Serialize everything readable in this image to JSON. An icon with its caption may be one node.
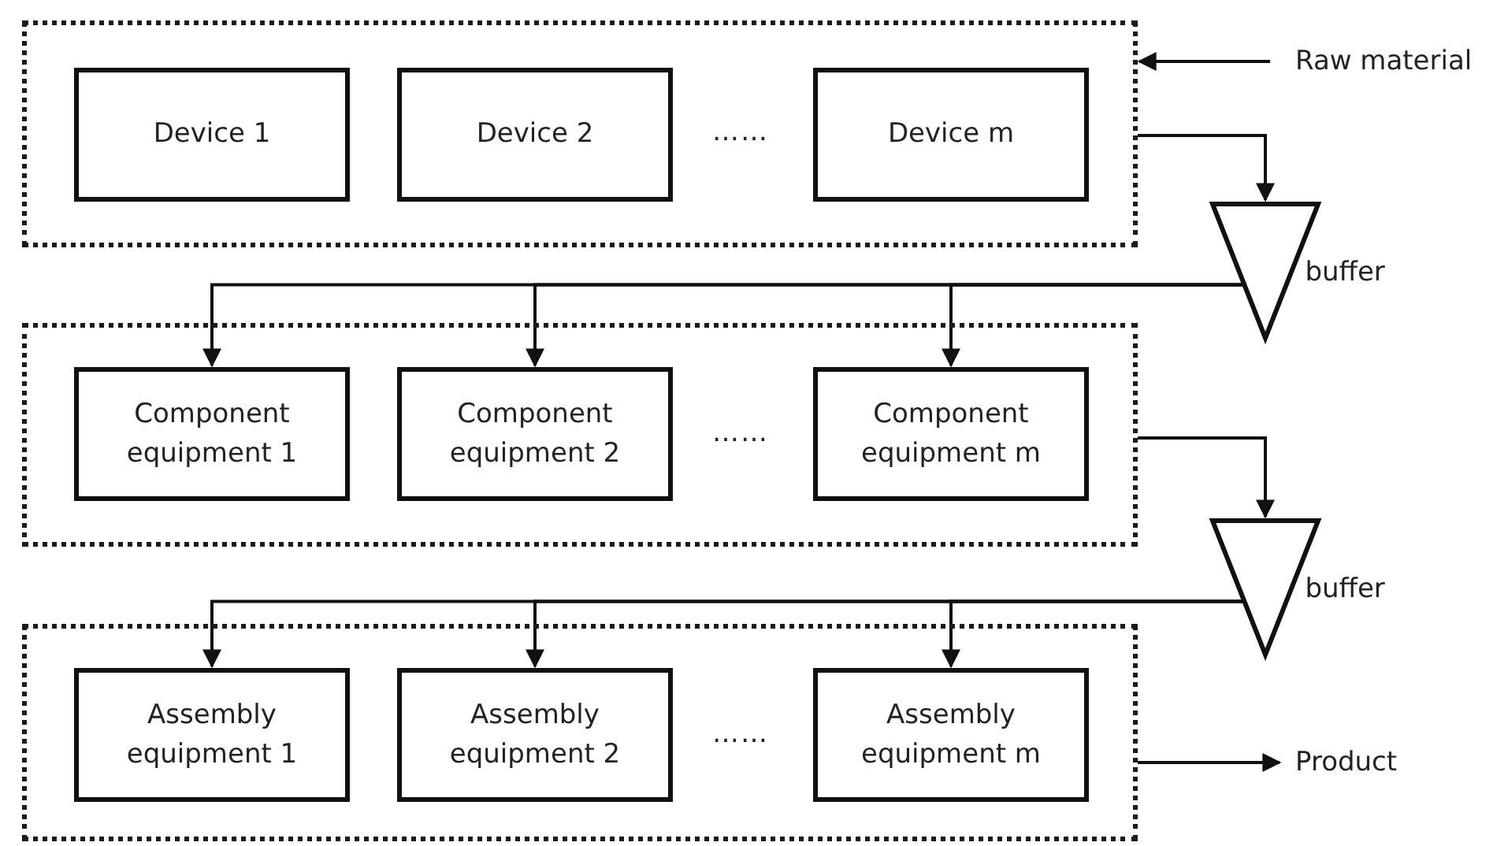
{
  "diagram": {
    "nodes": [
      {
        "text": [],
        "shape": "box"
      },
      {
        "text": [
          "Device 1"
        ],
        "in": 0
      },
      {
        "text": [
          "Device 2"
        ],
        "in": 0
      },
      {
        "text": [
          "Device m"
        ],
        "in": 0
      },
      {
        "text": [
          "Raw material"
        ]
      },
      {
        "text": [],
        "shape": "triangle",
        "beside": [
          "buffer"
        ]
      },
      {
        "text": [],
        "shape": "box"
      },
      {
        "text": [
          "Component equipment 1"
        ],
        "in": 6
      },
      {
        "text": [
          "Component equipment 2"
        ],
        "in": 6
      },
      {
        "text": [
          "Component equipment m"
        ],
        "in": 6
      },
      {
        "text": [],
        "shape": "triangle",
        "beside": [
          "buffer"
        ]
      },
      {
        "text": [],
        "shape": "box"
      },
      {
        "text": [
          "Assembly equipment 1"
        ],
        "in": 11
      },
      {
        "text": [
          "Assembly equipment 2"
        ],
        "in": 11
      },
      {
        "text": [
          "Assembly equipment m"
        ],
        "in": 11
      },
      {
        "text": [
          "Product"
        ]
      }
    ],
    "edges": [
      {
        "from": 4,
        "to": 0,
        "arrow": "to"
      },
      {
        "from": 0,
        "to": 5,
        "arrow": "to"
      },
      {
        "from": 5,
        "to": 7,
        "arrow": "to"
      },
      {
        "from": 5,
        "to": 8,
        "arrow": "to"
      },
      {
        "from": 5,
        "to": 9,
        "arrow": "to"
      },
      {
        "from": 6,
        "to": 10,
        "arrow": "to"
      },
      {
        "from": 10,
        "to": 12,
        "arrow": "to"
      },
      {
        "from": 10,
        "to": 13,
        "arrow": "to"
      },
      {
        "from": 10,
        "to": 14,
        "arrow": "to"
      },
      {
        "from": 11,
        "to": 15,
        "arrow": "to"
      }
    ],
    "labels": [
      "……",
      "……",
      "……"
    ]
  }
}
